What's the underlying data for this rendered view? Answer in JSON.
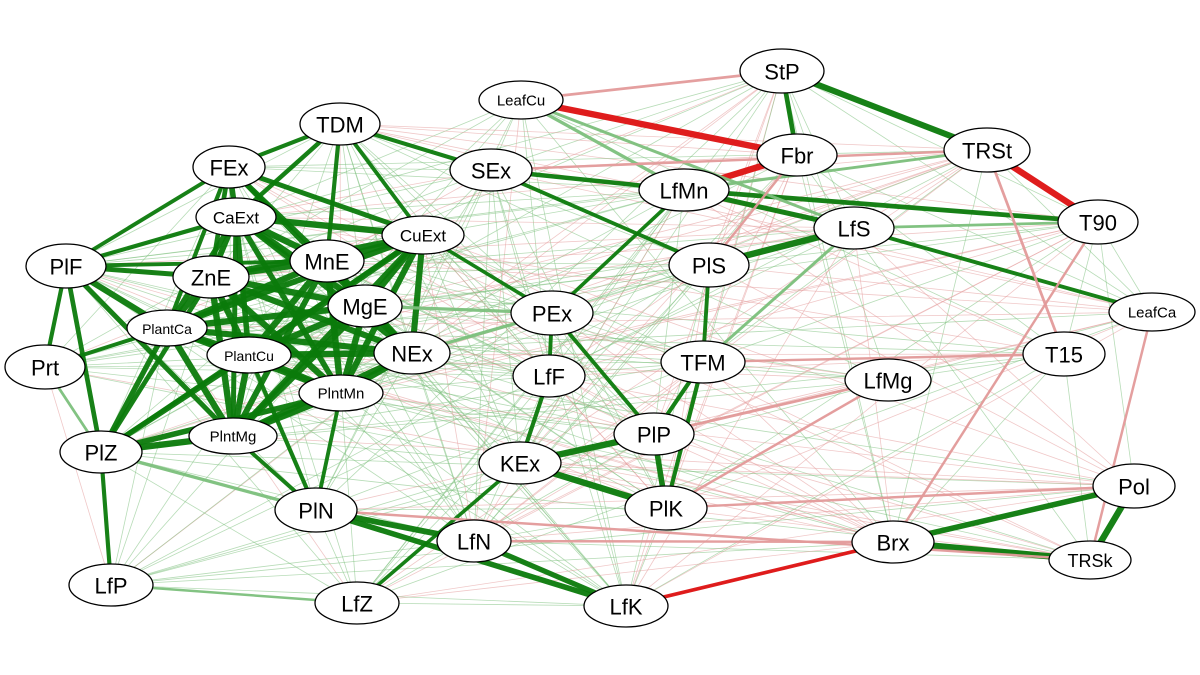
{
  "diagram": {
    "type": "correlation-network",
    "colors": {
      "positive": "#0b7a0b",
      "positive_light": "#7cc07c",
      "negative": "#dd1111",
      "negative_light": "#e39a9a"
    },
    "nodes": [
      {
        "id": "StP",
        "label": "StP"
      },
      {
        "id": "LeafCu",
        "label": "LeafCu"
      },
      {
        "id": "TDM",
        "label": "TDM"
      },
      {
        "id": "Fbr",
        "label": "Fbr"
      },
      {
        "id": "TRSt",
        "label": "TRSt"
      },
      {
        "id": "FEx",
        "label": "FEx"
      },
      {
        "id": "SEx",
        "label": "SEx"
      },
      {
        "id": "LfMn",
        "label": "LfMn"
      },
      {
        "id": "T90",
        "label": "T90"
      },
      {
        "id": "CaExt",
        "label": "CaExt"
      },
      {
        "id": "CuExt",
        "label": "CuExt"
      },
      {
        "id": "LfS",
        "label": "LfS"
      },
      {
        "id": "PlF",
        "label": "PlF"
      },
      {
        "id": "MnE",
        "label": "MnE"
      },
      {
        "id": "ZnE",
        "label": "ZnE"
      },
      {
        "id": "PlS",
        "label": "PlS"
      },
      {
        "id": "MgE",
        "label": "MgE"
      },
      {
        "id": "PEx",
        "label": "PEx"
      },
      {
        "id": "LeafCa",
        "label": "LeafCa"
      },
      {
        "id": "PlantCa",
        "label": "PlantCa"
      },
      {
        "id": "Prt",
        "label": "Prt"
      },
      {
        "id": "PlantCu",
        "label": "PlantCu"
      },
      {
        "id": "NEx",
        "label": "NEx"
      },
      {
        "id": "TFM",
        "label": "TFM"
      },
      {
        "id": "T15",
        "label": "T15"
      },
      {
        "id": "LfF",
        "label": "LfF"
      },
      {
        "id": "LfMg",
        "label": "LfMg"
      },
      {
        "id": "PlntMn",
        "label": "PlntMn"
      },
      {
        "id": "PlntMg",
        "label": "PlntMg"
      },
      {
        "id": "PlP",
        "label": "PlP"
      },
      {
        "id": "PlZ",
        "label": "PlZ"
      },
      {
        "id": "KEx",
        "label": "KEx"
      },
      {
        "id": "Pol",
        "label": "Pol"
      },
      {
        "id": "PlN",
        "label": "PlN"
      },
      {
        "id": "PlK",
        "label": "PlK"
      },
      {
        "id": "LfN",
        "label": "LfN"
      },
      {
        "id": "Brx",
        "label": "Brx"
      },
      {
        "id": "TRSk",
        "label": "TRSk"
      },
      {
        "id": "LfP",
        "label": "LfP"
      },
      {
        "id": "LfZ",
        "label": "LfZ"
      },
      {
        "id": "LfK",
        "label": "LfK"
      }
    ],
    "edges": [
      {
        "from": "LeafCu",
        "to": "Fbr",
        "sign": "negative",
        "strength": 1.0
      },
      {
        "from": "Fbr",
        "to": "LfMn",
        "sign": "negative",
        "strength": 1.0
      },
      {
        "from": "TRSt",
        "to": "T90",
        "sign": "negative",
        "strength": 1.0
      },
      {
        "from": "StP",
        "to": "TRSt",
        "sign": "positive",
        "strength": 0.95
      },
      {
        "from": "StP",
        "to": "Fbr",
        "sign": "positive",
        "strength": 0.7
      },
      {
        "from": "LfMn",
        "to": "T90",
        "sign": "positive",
        "strength": 0.7
      },
      {
        "from": "LfMn",
        "to": "LfS",
        "sign": "positive",
        "strength": 0.75
      },
      {
        "from": "LfS",
        "to": "PlS",
        "sign": "positive",
        "strength": 1.0
      },
      {
        "from": "LfS",
        "to": "LeafCa",
        "sign": "positive",
        "strength": 0.55
      },
      {
        "from": "PlS",
        "to": "TFM",
        "sign": "positive",
        "strength": 0.55
      },
      {
        "from": "SEx",
        "to": "LfMn",
        "sign": "positive",
        "strength": 0.65
      },
      {
        "from": "SEx",
        "to": "PlS",
        "sign": "positive",
        "strength": 0.55
      },
      {
        "from": "TDM",
        "to": "SEx",
        "sign": "positive",
        "strength": 0.6
      },
      {
        "from": "TDM",
        "to": "FEx",
        "sign": "positive",
        "strength": 0.6
      },
      {
        "from": "LeafCu",
        "to": "LfMn",
        "sign": "positive",
        "strength": 0.45
      },
      {
        "from": "FEx",
        "to": "CaExt",
        "sign": "positive",
        "strength": 0.85
      },
      {
        "from": "FEx",
        "to": "CuExt",
        "sign": "positive",
        "strength": 0.75
      },
      {
        "from": "FEx",
        "to": "MnE",
        "sign": "positive",
        "strength": 0.75
      },
      {
        "from": "FEx",
        "to": "ZnE",
        "sign": "positive",
        "strength": 0.7
      },
      {
        "from": "FEx",
        "to": "MgE",
        "sign": "positive",
        "strength": 0.7
      },
      {
        "from": "FEx",
        "to": "PlantCa",
        "sign": "positive",
        "strength": 0.6
      },
      {
        "from": "TDM",
        "to": "CaExt",
        "sign": "positive",
        "strength": 0.65
      },
      {
        "from": "TDM",
        "to": "MnE",
        "sign": "positive",
        "strength": 0.6
      },
      {
        "from": "TDM",
        "to": "CuExt",
        "sign": "positive",
        "strength": 0.55
      },
      {
        "from": "CaExt",
        "to": "CuExt",
        "sign": "positive",
        "strength": 1.0
      },
      {
        "from": "CaExt",
        "to": "MnE",
        "sign": "positive",
        "strength": 1.0
      },
      {
        "from": "CaExt",
        "to": "ZnE",
        "sign": "positive",
        "strength": 0.9
      },
      {
        "from": "CaExt",
        "to": "MgE",
        "sign": "positive",
        "strength": 1.0
      },
      {
        "from": "CaExt",
        "to": "NEx",
        "sign": "positive",
        "strength": 0.9
      },
      {
        "from": "CaExt",
        "to": "PlantCa",
        "sign": "positive",
        "strength": 0.85
      },
      {
        "from": "CaExt",
        "to": "PlantCu",
        "sign": "positive",
        "strength": 0.85
      },
      {
        "from": "CaExt",
        "to": "PlntMn",
        "sign": "positive",
        "strength": 0.85
      },
      {
        "from": "CaExt",
        "to": "PlntMg",
        "sign": "positive",
        "strength": 0.75
      },
      {
        "from": "CaExt",
        "to": "PlF",
        "sign": "positive",
        "strength": 0.6
      },
      {
        "from": "CuExt",
        "to": "MnE",
        "sign": "positive",
        "strength": 1.0
      },
      {
        "from": "CuExt",
        "to": "ZnE",
        "sign": "positive",
        "strength": 0.95
      },
      {
        "from": "CuExt",
        "to": "MgE",
        "sign": "positive",
        "strength": 1.0
      },
      {
        "from": "CuExt",
        "to": "NEx",
        "sign": "positive",
        "strength": 0.95
      },
      {
        "from": "CuExt",
        "to": "PlantCa",
        "sign": "positive",
        "strength": 0.9
      },
      {
        "from": "CuExt",
        "to": "PlantCu",
        "sign": "positive",
        "strength": 0.95
      },
      {
        "from": "CuExt",
        "to": "PlntMn",
        "sign": "positive",
        "strength": 0.95
      },
      {
        "from": "CuExt",
        "to": "PlntMg",
        "sign": "positive",
        "strength": 0.85
      },
      {
        "from": "CuExt",
        "to": "PEx",
        "sign": "positive",
        "strength": 0.5
      },
      {
        "from": "CuExt",
        "to": "PlZ",
        "sign": "positive",
        "strength": 0.6
      },
      {
        "from": "MnE",
        "to": "ZnE",
        "sign": "positive",
        "strength": 1.0
      },
      {
        "from": "MnE",
        "to": "MgE",
        "sign": "positive",
        "strength": 1.0
      },
      {
        "from": "MnE",
        "to": "NEx",
        "sign": "positive",
        "strength": 1.0
      },
      {
        "from": "MnE",
        "to": "PlantCa",
        "sign": "positive",
        "strength": 1.0
      },
      {
        "from": "MnE",
        "to": "PlantCu",
        "sign": "positive",
        "strength": 1.0
      },
      {
        "from": "MnE",
        "to": "PlntMn",
        "sign": "positive",
        "strength": 1.0
      },
      {
        "from": "MnE",
        "to": "PlntMg",
        "sign": "positive",
        "strength": 0.9
      },
      {
        "from": "MnE",
        "to": "PlF",
        "sign": "positive",
        "strength": 0.55
      },
      {
        "from": "ZnE",
        "to": "MgE",
        "sign": "positive",
        "strength": 1.0
      },
      {
        "from": "ZnE",
        "to": "NEx",
        "sign": "positive",
        "strength": 0.95
      },
      {
        "from": "ZnE",
        "to": "PlantCa",
        "sign": "positive",
        "strength": 1.0
      },
      {
        "from": "ZnE",
        "to": "PlantCu",
        "sign": "positive",
        "strength": 1.0
      },
      {
        "from": "ZnE",
        "to": "PlntMn",
        "sign": "positive",
        "strength": 1.0
      },
      {
        "from": "ZnE",
        "to": "PlntMg",
        "sign": "positive",
        "strength": 1.0
      },
      {
        "from": "ZnE",
        "to": "PlF",
        "sign": "positive",
        "strength": 0.75
      },
      {
        "from": "ZnE",
        "to": "PlZ",
        "sign": "positive",
        "strength": 0.7
      },
      {
        "from": "MgE",
        "to": "NEx",
        "sign": "positive",
        "strength": 1.0
      },
      {
        "from": "MgE",
        "to": "PlantCa",
        "sign": "positive",
        "strength": 1.0
      },
      {
        "from": "MgE",
        "to": "PlantCu",
        "sign": "positive",
        "strength": 1.0
      },
      {
        "from": "MgE",
        "to": "PlntMn",
        "sign": "positive",
        "strength": 1.0
      },
      {
        "from": "MgE",
        "to": "PlntMg",
        "sign": "positive",
        "strength": 1.0
      },
      {
        "from": "MgE",
        "to": "PEx",
        "sign": "positive",
        "strength": 0.45
      },
      {
        "from": "NEx",
        "to": "PlantCa",
        "sign": "positive",
        "strength": 0.95
      },
      {
        "from": "NEx",
        "to": "PlantCu",
        "sign": "positive",
        "strength": 1.0
      },
      {
        "from": "NEx",
        "to": "PlntMn",
        "sign": "positive",
        "strength": 1.0
      },
      {
        "from": "NEx",
        "to": "PlntMg",
        "sign": "positive",
        "strength": 0.9
      },
      {
        "from": "NEx",
        "to": "PEx",
        "sign": "positive",
        "strength": 0.45
      },
      {
        "from": "PlantCa",
        "to": "PlantCu",
        "sign": "positive",
        "strength": 1.0
      },
      {
        "from": "PlantCa",
        "to": "PlntMn",
        "sign": "positive",
        "strength": 1.0
      },
      {
        "from": "PlantCa",
        "to": "PlntMg",
        "sign": "positive",
        "strength": 1.0
      },
      {
        "from": "PlantCa",
        "to": "PlF",
        "sign": "positive",
        "strength": 0.95
      },
      {
        "from": "PlantCa",
        "to": "Prt",
        "sign": "positive",
        "strength": 0.55
      },
      {
        "from": "PlantCa",
        "to": "PlZ",
        "sign": "positive",
        "strength": 0.8
      },
      {
        "from": "PlantCu",
        "to": "PlntMn",
        "sign": "positive",
        "strength": 1.0
      },
      {
        "from": "PlantCu",
        "to": "PlntMg",
        "sign": "positive",
        "strength": 1.0
      },
      {
        "from": "PlantCu",
        "to": "PlZ",
        "sign": "positive",
        "strength": 0.85
      },
      {
        "from": "PlantCu",
        "to": "PlN",
        "sign": "positive",
        "strength": 0.6
      },
      {
        "from": "PlntMn",
        "to": "PlntMg",
        "sign": "positive",
        "strength": 1.0
      },
      {
        "from": "PlntMn",
        "to": "PlZ",
        "sign": "positive",
        "strength": 0.85
      },
      {
        "from": "PlntMn",
        "to": "PlN",
        "sign": "positive",
        "strength": 0.55
      },
      {
        "from": "PlntMg",
        "to": "PlZ",
        "sign": "positive",
        "strength": 1.0
      },
      {
        "from": "PlntMg",
        "to": "PlN",
        "sign": "positive",
        "strength": 0.55
      },
      {
        "from": "PlntMg",
        "to": "PlF",
        "sign": "positive",
        "strength": 0.75
      },
      {
        "from": "PlF",
        "to": "Prt",
        "sign": "positive",
        "strength": 0.6
      },
      {
        "from": "PlF",
        "to": "PlZ",
        "sign": "positive",
        "strength": 0.7
      },
      {
        "from": "PlF",
        "to": "FEx",
        "sign": "positive",
        "strength": 0.55
      },
      {
        "from": "PlZ",
        "to": "LfP",
        "sign": "positive",
        "strength": 0.6
      },
      {
        "from": "PlZ",
        "to": "PlN",
        "sign": "positive",
        "strength": 0.45
      },
      {
        "from": "PlN",
        "to": "LfN",
        "sign": "positive",
        "strength": 0.9
      },
      {
        "from": "PlN",
        "to": "LfK",
        "sign": "positive",
        "strength": 0.85
      },
      {
        "from": "LfN",
        "to": "LfK",
        "sign": "positive",
        "strength": 0.8
      },
      {
        "from": "KEx",
        "to": "PlP",
        "sign": "positive",
        "strength": 1.0
      },
      {
        "from": "KEx",
        "to": "PlK",
        "sign": "positive",
        "strength": 1.0
      },
      {
        "from": "PlP",
        "to": "PlK",
        "sign": "positive",
        "strength": 0.85
      },
      {
        "from": "PlP",
        "to": "TFM",
        "sign": "positive",
        "strength": 0.6
      },
      {
        "from": "LfF",
        "to": "KEx",
        "sign": "positive",
        "strength": 0.6
      },
      {
        "from": "PEx",
        "to": "LfF",
        "sign": "positive",
        "strength": 0.55
      },
      {
        "from": "PEx",
        "to": "PlP",
        "sign": "positive",
        "strength": 0.55
      },
      {
        "from": "TFM",
        "to": "PlK",
        "sign": "positive",
        "strength": 0.6
      },
      {
        "from": "Brx",
        "to": "TRSk",
        "sign": "positive",
        "strength": 1.0
      },
      {
        "from": "Pol",
        "to": "TRSk",
        "sign": "positive",
        "strength": 1.0
      },
      {
        "from": "Pol",
        "to": "Brx",
        "sign": "positive",
        "strength": 0.85
      },
      {
        "from": "Brx",
        "to": "LfK",
        "sign": "negative",
        "strength": 0.5
      },
      {
        "from": "LfZ",
        "to": "KEx",
        "sign": "positive",
        "strength": 0.5
      },
      {
        "from": "Prt",
        "to": "PlZ",
        "sign": "positive",
        "strength": 0.35
      },
      {
        "from": "LfP",
        "to": "LfZ",
        "sign": "positive",
        "strength": 0.3
      },
      {
        "from": "LfMn",
        "to": "PEx",
        "sign": "positive",
        "strength": 0.5
      },
      {
        "from": "LfS",
        "to": "TFM",
        "sign": "positive",
        "strength": 0.4
      },
      {
        "from": "LfS",
        "to": "LeafCu",
        "sign": "positive",
        "strength": 0.4
      },
      {
        "from": "StP",
        "to": "LeafCu",
        "sign": "negative",
        "strength": 0.35
      },
      {
        "from": "TRSt",
        "to": "LfMn",
        "sign": "positive",
        "strength": 0.35
      },
      {
        "from": "T90",
        "to": "LfS",
        "sign": "positive",
        "strength": 0.35
      },
      {
        "from": "TRSt",
        "to": "T15",
        "sign": "negative",
        "strength": 0.35
      },
      {
        "from": "T90",
        "to": "Brx",
        "sign": "negative",
        "strength": 0.3
      },
      {
        "from": "LfMg",
        "to": "PlP",
        "sign": "negative",
        "strength": 0.35
      },
      {
        "from": "LfMg",
        "to": "PlK",
        "sign": "negative",
        "strength": 0.3
      },
      {
        "from": "T15",
        "to": "TFM",
        "sign": "negative",
        "strength": 0.3
      },
      {
        "from": "LeafCa",
        "to": "TRSk",
        "sign": "negative",
        "strength": 0.3
      },
      {
        "from": "Pol",
        "to": "PlK",
        "sign": "negative",
        "strength": 0.3
      },
      {
        "from": "Brx",
        "to": "LfN",
        "sign": "negative",
        "strength": 0.3
      },
      {
        "from": "TRSk",
        "to": "PlN",
        "sign": "negative",
        "strength": 0.3
      },
      {
        "from": "Fbr",
        "to": "PlS",
        "sign": "negative",
        "strength": 0.3
      },
      {
        "from": "TRSt",
        "to": "SEx",
        "sign": "negative",
        "strength": 0.3
      }
    ]
  }
}
